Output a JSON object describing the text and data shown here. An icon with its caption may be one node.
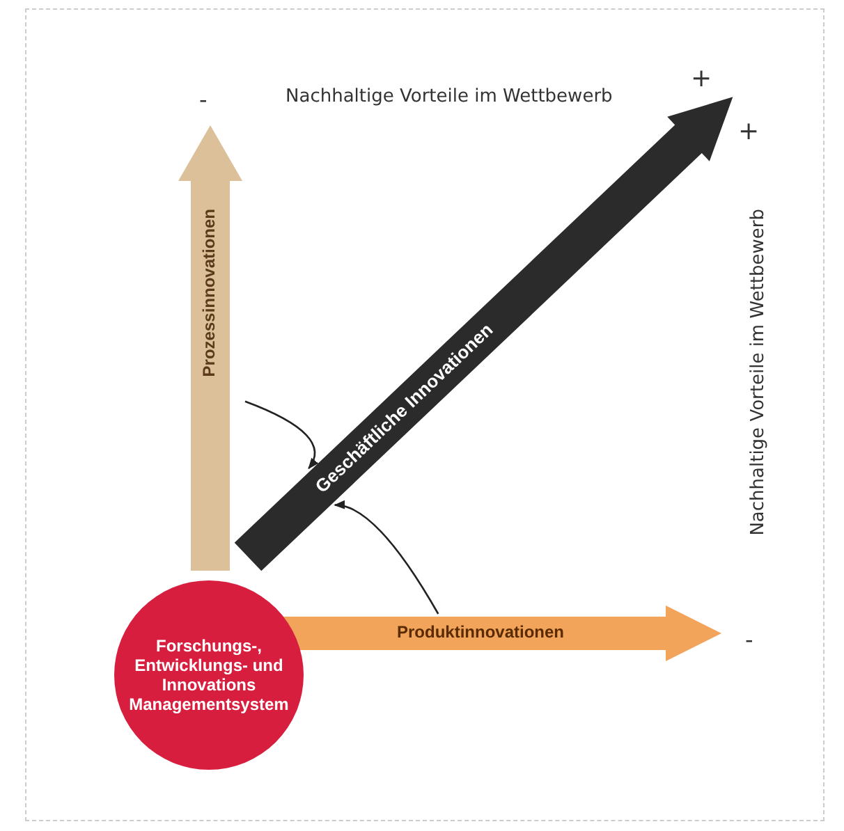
{
  "diagram": {
    "nodes": [
      {
        "text": [
          "Forschungs-, Entwicklungs- und Innovations Managementsystem"
        ]
      },
      {
        "text": [
          "Prozessinnovationen"
        ]
      },
      {
        "text": [
          "Geschäftliche Innovationen"
        ]
      },
      {
        "text": [
          "Produktinnovationen"
        ]
      }
    ],
    "edges": [
      {
        "from": 1,
        "to": 2,
        "arrow": "to"
      },
      {
        "from": 3,
        "to": 2,
        "arrow": "to"
      }
    ],
    "labels": [
      "-",
      "Nachhaltige Vorteile im Wettbewerb",
      "+",
      "+",
      "Nachhaltige Vorteile im Wettbewerb",
      "-"
    ]
  }
}
